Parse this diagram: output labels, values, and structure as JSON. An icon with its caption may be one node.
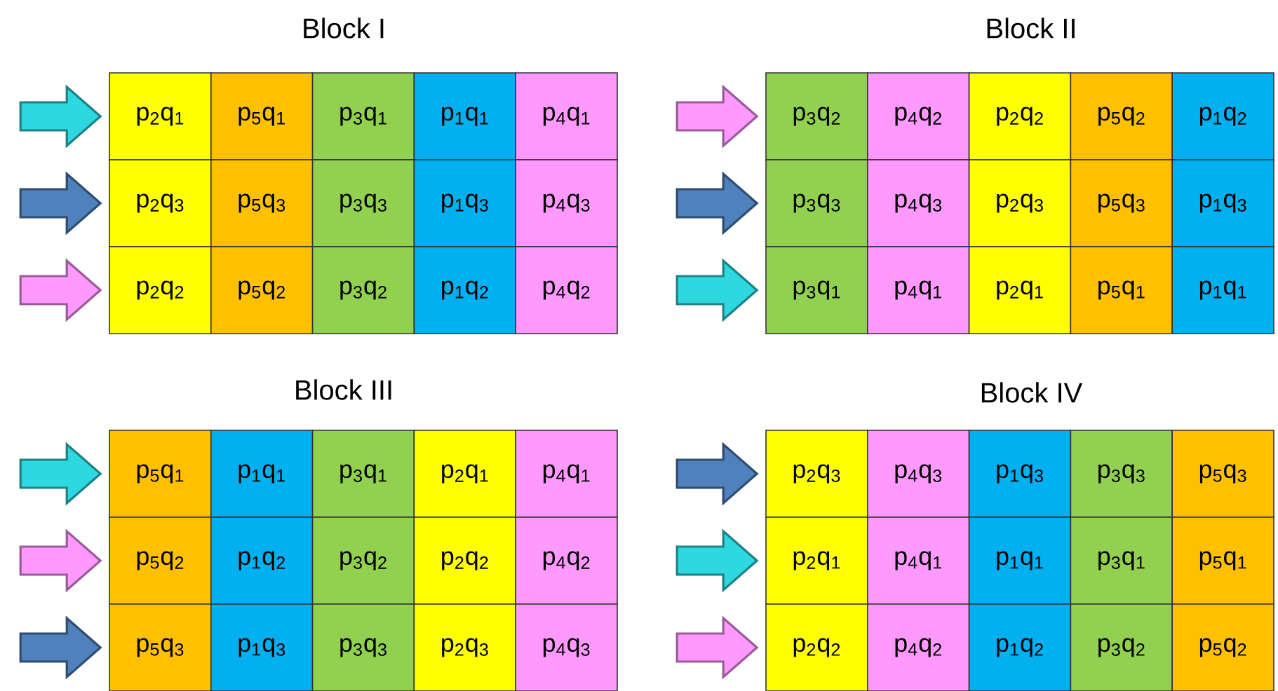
{
  "diagram": {
    "nodes": [
      {
        "text": [
          "p$_{2}$q$_{1}$"
        ]
      },
      {
        "text": [
          "p$_{5}$q$_{1}$"
        ]
      },
      {
        "text": [
          "p$_{3}$q$_{1}$"
        ]
      },
      {
        "text": [
          "p$_{1}$q$_{1}$"
        ]
      },
      {
        "text": [
          "p$_{4}$q$_{1}$"
        ]
      },
      {
        "text": [
          "p$_{2}$q$_{3}$"
        ]
      },
      {
        "text": [
          "p$_{5}$q$_{3}$"
        ]
      },
      {
        "text": [
          "p$_{3}$q$_{3}$"
        ]
      },
      {
        "text": [
          "p$_{1}$q$_{3}$"
        ]
      },
      {
        "text": [
          "p$_{4}$q$_{3}$"
        ]
      },
      {
        "text": [
          "p$_{2}$q$_{2}$"
        ]
      },
      {
        "text": [
          "p$_{5}$q$_{2}$"
        ]
      },
      {
        "text": [
          "p$_{3}$q$_{2}$"
        ]
      },
      {
        "text": [
          "p$_{1}$q$_{2}$"
        ]
      },
      {
        "text": [
          "p$_{4}$q$_{2}$"
        ]
      },
      {
        "text": [
          "p$_{3}$q$_{2}$"
        ]
      },
      {
        "text": [
          "p$_{4}$q$_{2}$"
        ]
      },
      {
        "text": [
          "p$_{2}$q$_{2}$"
        ]
      },
      {
        "text": [
          "p$_{5}$q$_{2}$"
        ]
      },
      {
        "text": [
          "p$_{1}$q$_{2}$"
        ]
      },
      {
        "text": [
          "p$_{3}$q$_{3}$"
        ]
      },
      {
        "text": [
          "p$_{4}$q$_{3}$"
        ]
      },
      {
        "text": [
          "p$_{2}$q$_{3}$"
        ]
      },
      {
        "text": [
          "p$_{5}$q$_{3}$"
        ]
      },
      {
        "text": [
          "p$_{1}$q$_{3}$"
        ]
      },
      {
        "text": [
          "p$_{3}$q$_{1}$"
        ]
      },
      {
        "text": [
          "p$_{4}$q$_{1}$"
        ]
      },
      {
        "text": [
          "p$_{2}$q$_{1}$"
        ]
      },
      {
        "text": [
          "p$_{5}$q$_{1}$"
        ]
      },
      {
        "text": [
          "p$_{1}$q$_{1}$"
        ]
      },
      {
        "text": [
          "p$_{5}$q$_{1}$"
        ]
      },
      {
        "text": [
          "p$_{1}$q$_{1}$"
        ]
      },
      {
        "text": [
          "p$_{3}$q$_{1}$"
        ]
      },
      {
        "text": [
          "p$_{2}$q$_{1}$"
        ]
      },
      {
        "text": [
          "p$_{4}$q$_{1}$"
        ]
      },
      {
        "text": [
          "p$_{5}$q$_{2}$"
        ]
      },
      {
        "text": [
          "p$_{1}$q$_{2}$"
        ]
      },
      {
        "text": [
          "p$_{3}$q$_{2}$"
        ]
      },
      {
        "text": [
          "p$_{2}$q$_{2}$"
        ]
      },
      {
        "text": [
          "p$_{4}$q$_{2}$"
        ]
      },
      {
        "text": [
          "p$_{5}$q$_{3}$"
        ]
      },
      {
        "text": [
          "p$_{1}$q$_{3}$"
        ]
      },
      {
        "text": [
          "p$_{3}$q$_{3}$"
        ]
      },
      {
        "text": [
          "p$_{2}$q$_{3}$"
        ]
      },
      {
        "text": [
          "p$_{4}$q$_{3}$"
        ]
      },
      {
        "text": [
          "p$_{2}$q$_{3}$"
        ]
      },
      {
        "text": [
          "p$_{4}$q$_{3}$"
        ]
      },
      {
        "text": [
          "p$_{1}$q$_{3}$"
        ]
      },
      {
        "text": [
          "p$_{3}$q$_{3}$"
        ]
      },
      {
        "text": [
          "p$_{5}$q$_{3}$"
        ]
      },
      {
        "text": [
          "p$_{2}$q$_{1}$"
        ]
      },
      {
        "text": [
          "p$_{4}$q$_{1}$"
        ]
      },
      {
        "text": [
          "p$_{1}$q$_{1}$"
        ]
      },
      {
        "text": [
          "p$_{3}$q$_{1}$"
        ]
      },
      {
        "text": [
          "p$_{5}$q$_{1}$"
        ]
      },
      {
        "text": [
          "p$_{2}$q$_{2}$"
        ]
      },
      {
        "text": [
          "p$_{4}$q$_{2}$"
        ]
      },
      {
        "text": [
          "p$_{1}$q$_{2}$"
        ]
      },
      {
        "text": [
          "p$_{3}$q$_{2}$"
        ]
      },
      {
        "text": [
          "p$_{5}$q$_{2}$"
        ]
      }
    ],
    "edges": [
      {
        "from": null,
        "to": 0,
        "arrow": "to",
        "color": "#2ed8e0"
      },
      {
        "from": null,
        "to": 5,
        "arrow": "to",
        "color": "#4f81bd"
      },
      {
        "from": null,
        "to": 10,
        "arrow": "to",
        "color": "#ff99ff"
      },
      {
        "from": null,
        "to": 15,
        "arrow": "to",
        "color": "#ff99ff"
      },
      {
        "from": null,
        "to": 20,
        "arrow": "to",
        "color": "#4f81bd"
      },
      {
        "from": null,
        "to": 25,
        "arrow": "to",
        "color": "#2ed8e0"
      },
      {
        "from": null,
        "to": 30,
        "arrow": "to",
        "color": "#2ed8e0"
      },
      {
        "from": null,
        "to": 35,
        "arrow": "to",
        "color": "#ff99ff"
      },
      {
        "from": null,
        "to": 40,
        "arrow": "to",
        "color": "#4f81bd"
      },
      {
        "from": null,
        "to": 45,
        "arrow": "to",
        "color": "#4f81bd"
      },
      {
        "from": null,
        "to": 50,
        "arrow": "to",
        "color": "#2ed8e0"
      },
      {
        "from": null,
        "to": 55,
        "arrow": "to",
        "color": "#ff99ff"
      }
    ],
    "labels": [
      "Block I",
      "Block II",
      "Block III",
      "Block IV"
    ]
  }
}
